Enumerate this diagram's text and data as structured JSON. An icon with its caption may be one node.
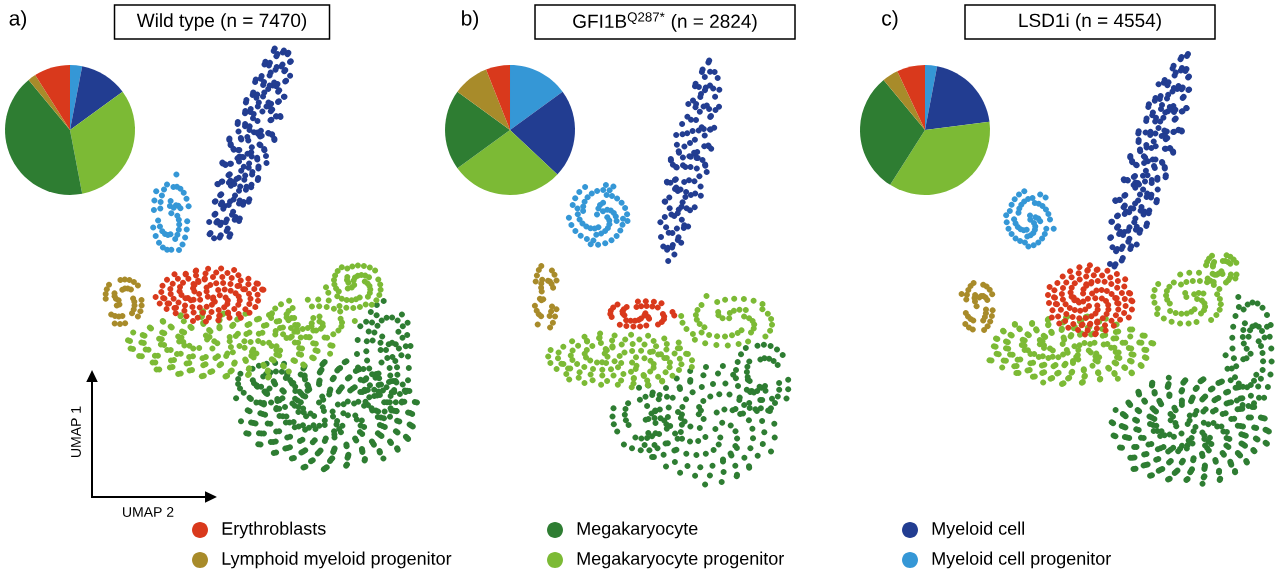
{
  "diagram": {
    "nodes": [
      {
        "text": [
          "Wild type (n = 7470)"
        ]
      },
      {
        "text": [
          "GFI1B$^{Q287*}$ (n = 2824)"
        ]
      },
      {
        "text": [
          "LSD1i (n = 4554)"
        ]
      }
    ],
    "labels": [
      "a)",
      "b)",
      "c)",
      "UMAP 1",
      "UMAP 2"
    ],
    "legend": [
      {
        "text": "Erythroblasts",
        "color": "#d9391c"
      },
      {
        "text": "Megakaryocyte",
        "color": "#2e7d32"
      },
      {
        "text": "Myeloid cell",
        "color": "#223d91"
      },
      {
        "text": "Lymphoid myeloid progenitor",
        "color": "#a88b2a"
      },
      {
        "text": "Megakaryocyte progenitor",
        "color": "#7cba35"
      },
      {
        "text": "Myeloid cell progenitor",
        "color": "#3597d6"
      }
    ]
  }
}
